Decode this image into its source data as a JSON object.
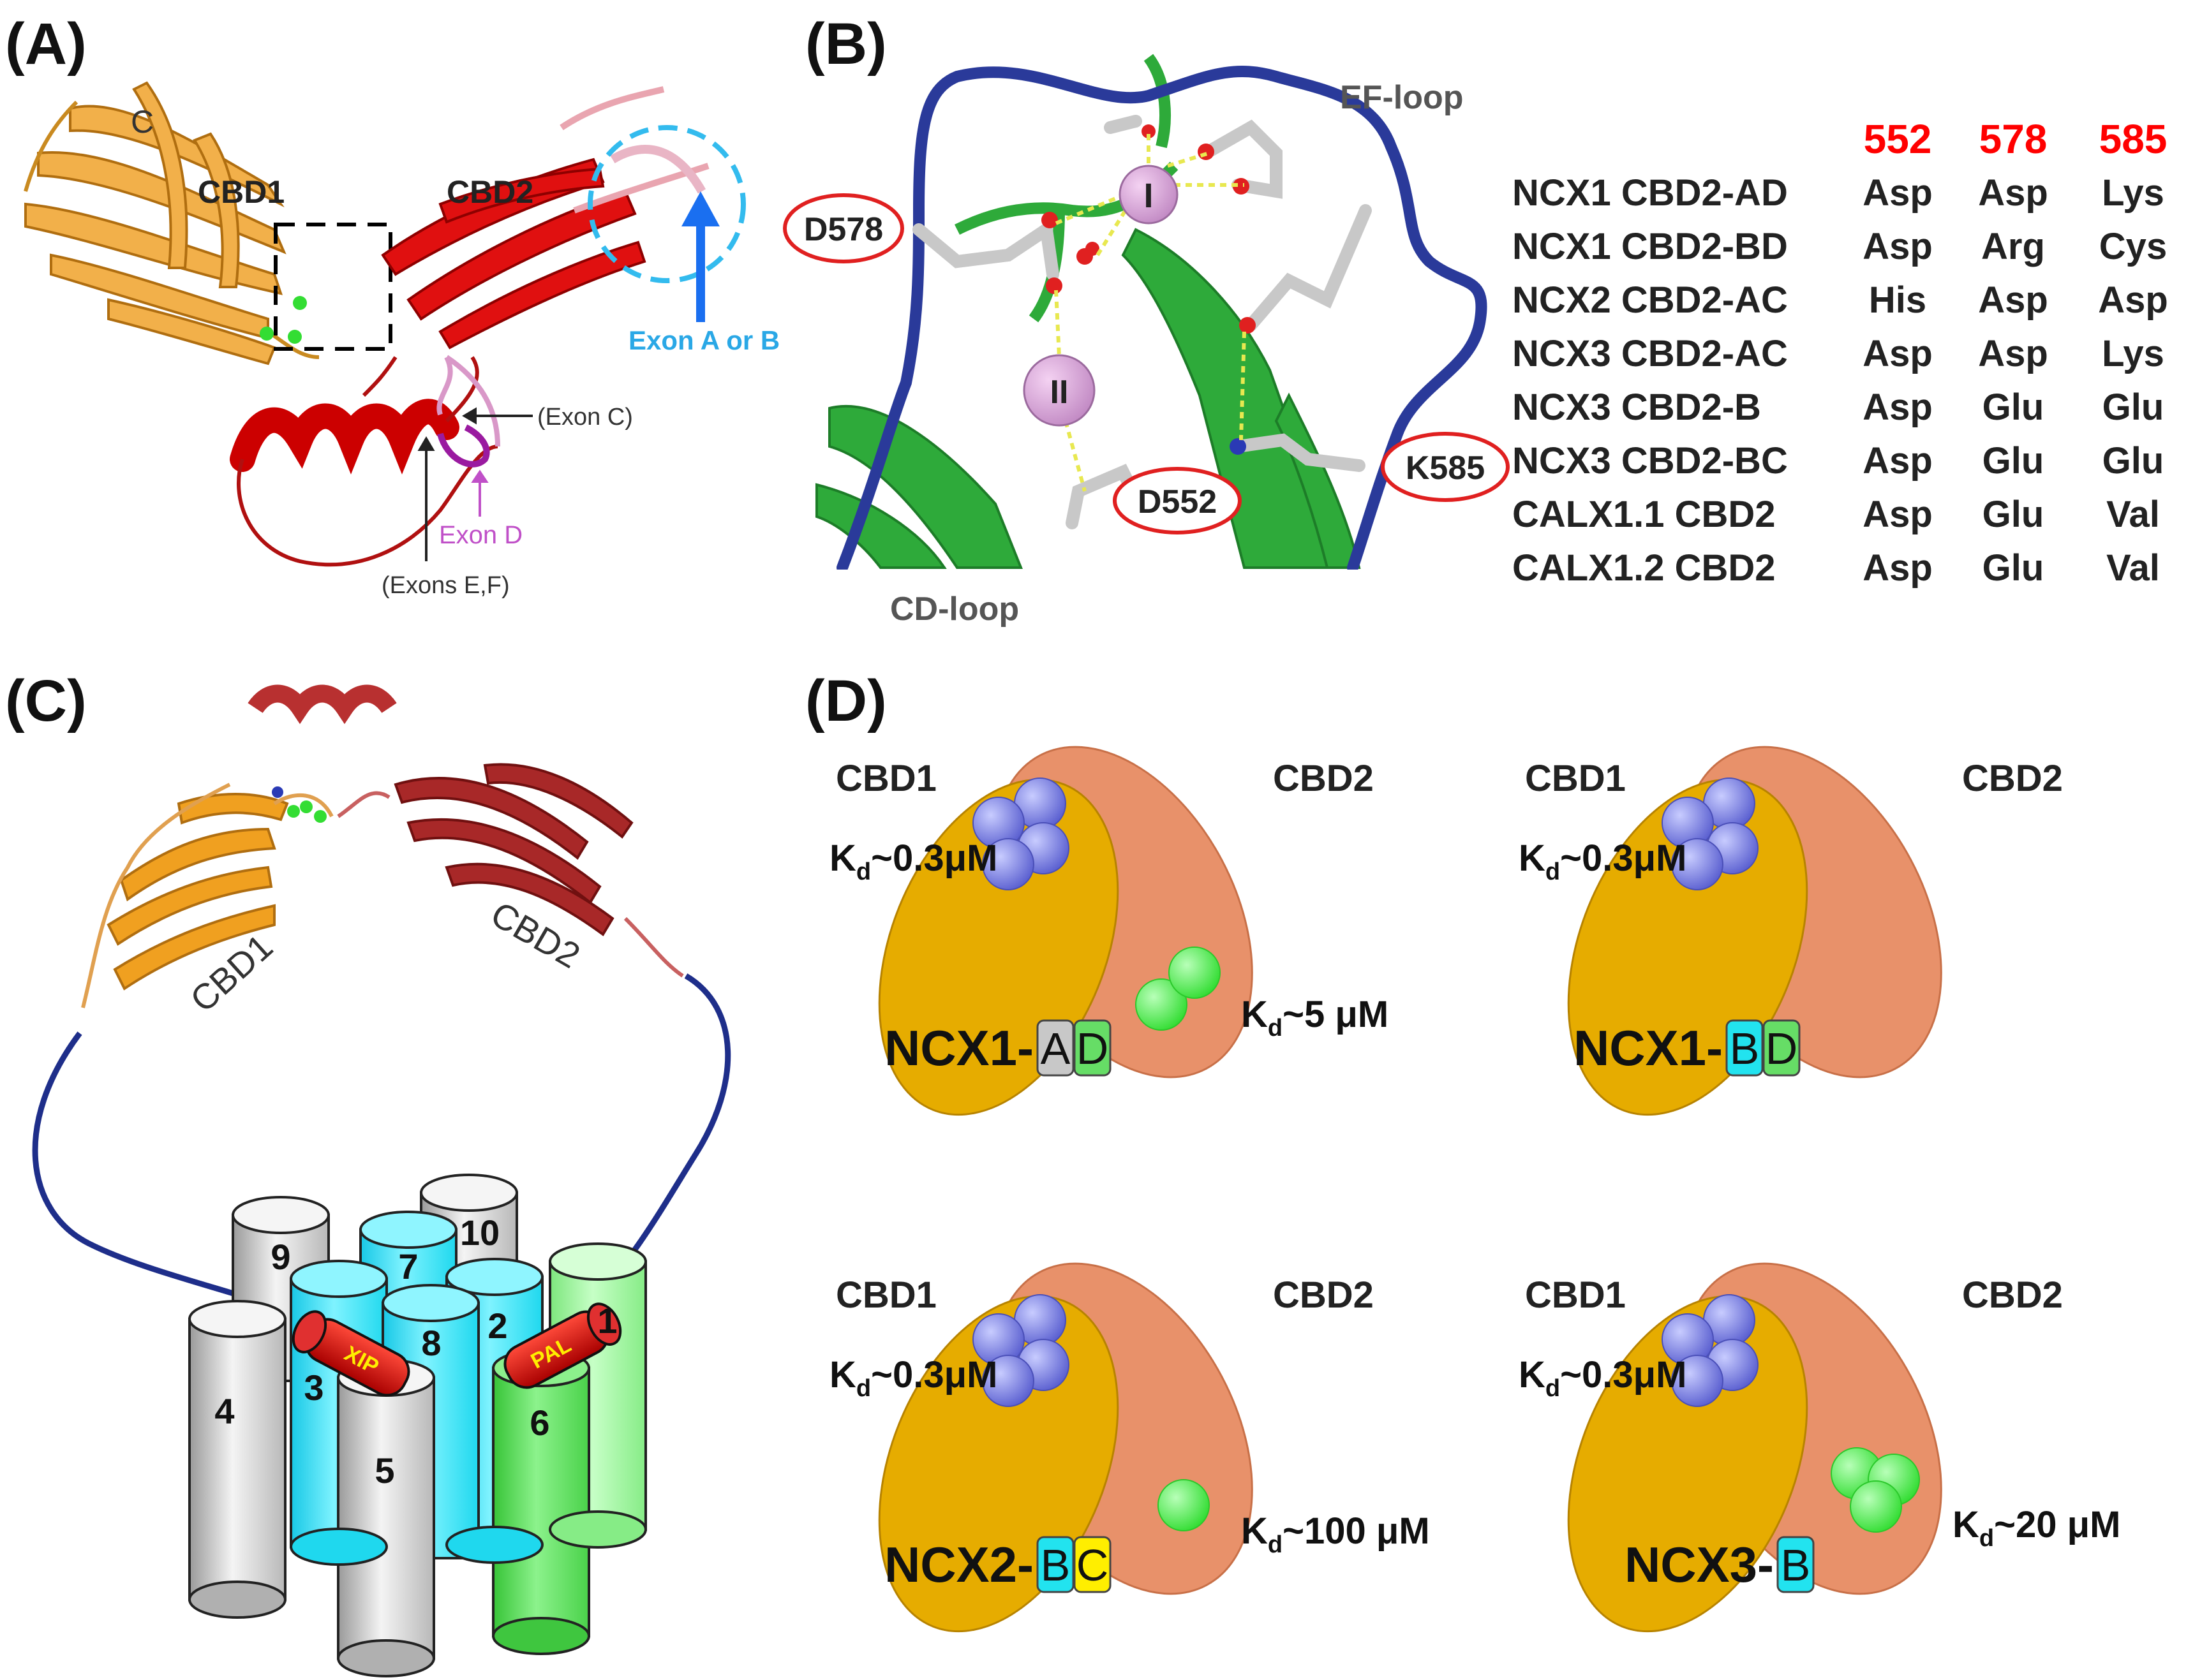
{
  "panels": {
    "a": {
      "label": "(A)",
      "c_terminus": "C",
      "cbd1": "CBD1",
      "cbd2": "CBD2",
      "exon_ab": "Exon A or B",
      "exon_c": "(Exon C)",
      "exon_d": "Exon D",
      "exon_ef": "(Exons E,F)"
    },
    "b": {
      "label": "(B)",
      "ef_loop": "EF-loop",
      "cd_loop": "CD-loop",
      "ion_1": "I",
      "ion_2": "II",
      "d578": "D578",
      "d552": "D552",
      "k585": "K585",
      "table": {
        "columns": [
          "552",
          "578",
          "585"
        ],
        "rows": [
          {
            "name": "NCX1 CBD2-AD",
            "v1": "Asp",
            "v2": "Asp",
            "v3": "Lys"
          },
          {
            "name": "NCX1 CBD2-BD",
            "v1": "Asp",
            "v2": "Arg",
            "v3": "Cys"
          },
          {
            "name": "NCX2 CBD2-AC",
            "v1": "His",
            "v2": "Asp",
            "v3": "Asp"
          },
          {
            "name": "NCX3 CBD2-AC",
            "v1": "Asp",
            "v2": "Asp",
            "v3": "Lys"
          },
          {
            "name": "NCX3 CBD2-B",
            "v1": "Asp",
            "v2": "Glu",
            "v3": "Glu"
          },
          {
            "name": "NCX3 CBD2-BC",
            "v1": "Asp",
            "v2": "Glu",
            "v3": "Glu"
          },
          {
            "name": "CALX1.1 CBD2",
            "v1": "Asp",
            "v2": "Glu",
            "v3": "Val"
          },
          {
            "name": "CALX1.2 CBD2",
            "v1": "Asp",
            "v2": "Glu",
            "v3": "Val"
          }
        ]
      }
    },
    "c": {
      "label": "(C)",
      "cbd1": "CBD1",
      "cbd2": "CBD2",
      "xip": "XIP",
      "pal": "PAL",
      "helices": [
        "1",
        "2",
        "3",
        "4",
        "5",
        "6",
        "7",
        "8",
        "9",
        "10"
      ]
    },
    "d": {
      "label": "(D)",
      "cbd1": "CBD1",
      "cbd2": "CBD2",
      "kd_prefix": "K",
      "kd_sub": "d",
      "cbd1_kd": "~0.3μM",
      "isoforms": [
        {
          "name": "NCX1-",
          "exons": [
            "A",
            "D"
          ],
          "cbd2_kd": "~5 μM",
          "cbd2_sites": 2
        },
        {
          "name": "NCX1-",
          "exons": [
            "B",
            "D"
          ],
          "cbd2_kd": "",
          "cbd2_sites": 0
        },
        {
          "name": "NCX2-",
          "exons": [
            "B",
            "C"
          ],
          "cbd2_kd": "~100 μM",
          "cbd2_sites": 1
        },
        {
          "name": "NCX3-",
          "exons": [
            "B"
          ],
          "cbd2_kd": "~20 μM",
          "cbd2_sites": 3
        }
      ]
    }
  },
  "colors": {
    "cbd1": "#e6ac00",
    "cbd2": "#e8916a",
    "ca_cbd1": "#7b7fe0",
    "ca_cbd2": "#66ee66",
    "exon_a": "#c8c8c8",
    "exon_b": "#22e3ef",
    "exon_c": "#ffee00",
    "exon_d": "#66dd66",
    "loop": "#1e2e8a"
  }
}
